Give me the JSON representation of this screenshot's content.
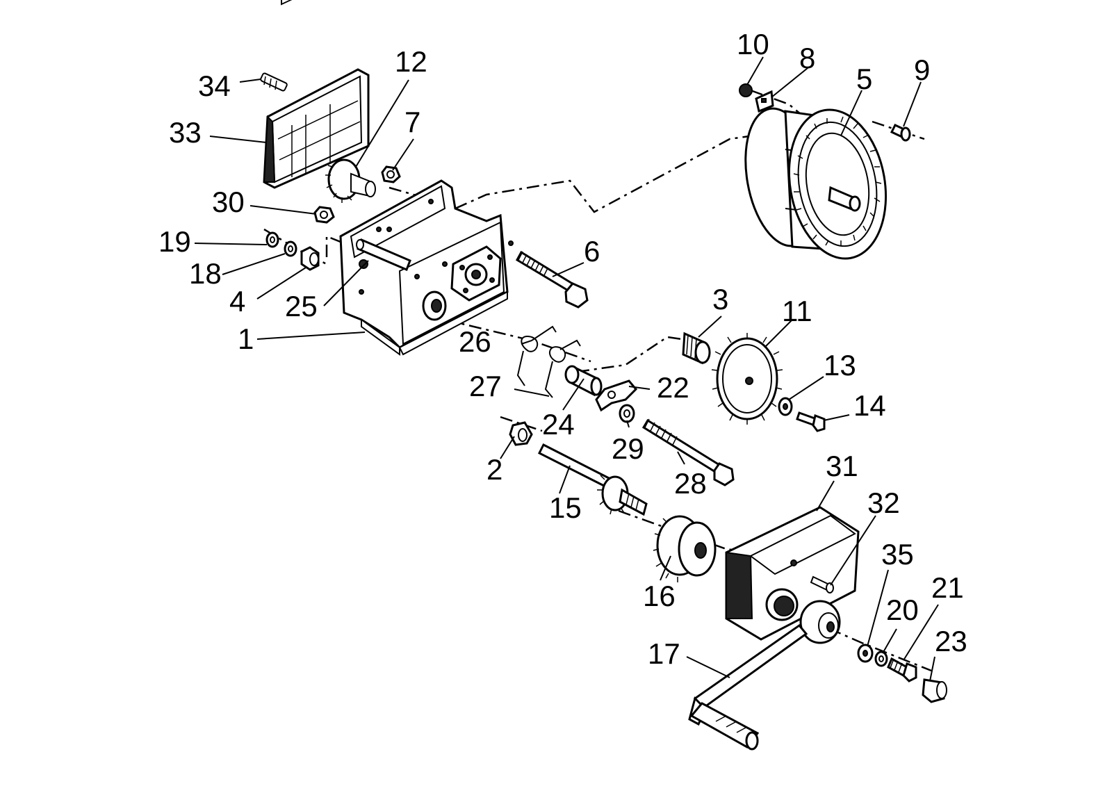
{
  "callouts": {
    "p1": "1",
    "p2": "2",
    "p3": "3",
    "p4": "4",
    "p5": "5",
    "p6": "6",
    "p7": "7",
    "p8": "8",
    "p9": "9",
    "p10": "10",
    "p11": "11",
    "p12": "12",
    "p13": "13",
    "p14": "14",
    "p15": "15",
    "p16": "16",
    "p17": "17",
    "p18": "18",
    "p19": "19",
    "p20": "20",
    "p21": "21",
    "p22": "22",
    "p23": "23",
    "p24": "24",
    "p25": "25",
    "p26": "26",
    "p27": "27",
    "p28": "28",
    "p29": "29",
    "p30": "30",
    "p31": "31",
    "p32": "32",
    "p33": "33",
    "p34": "34",
    "p35": "35"
  },
  "colors": {
    "line": "#000000",
    "background": "#ffffff"
  }
}
